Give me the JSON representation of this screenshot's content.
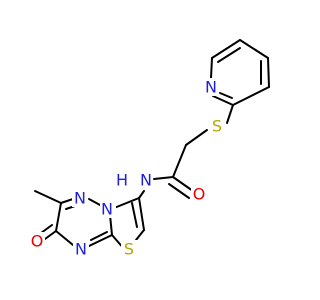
{
  "structure": {
    "atoms": {
      "N_pyridine": {
        "label": "N",
        "color": "#1f1fd6"
      },
      "S_thioether": {
        "label": "S",
        "color": "#b8a600"
      },
      "O_amide": {
        "label": "O",
        "color": "#e60000"
      },
      "N_amide": {
        "label": "N",
        "color": "#1f1fd6"
      },
      "H_amide": {
        "label": "H",
        "color": "#1f1fd6"
      },
      "N_bridge": {
        "label": "N",
        "color": "#1f1fd6"
      },
      "N_triazine_left": {
        "label": "N",
        "color": "#1f1fd6"
      },
      "N_triazine_bottom": {
        "label": "N",
        "color": "#1f1fd6"
      },
      "S_thiazole": {
        "label": "S",
        "color": "#b8a600"
      },
      "O_ketone": {
        "label": "O",
        "color": "#e60000"
      }
    }
  }
}
